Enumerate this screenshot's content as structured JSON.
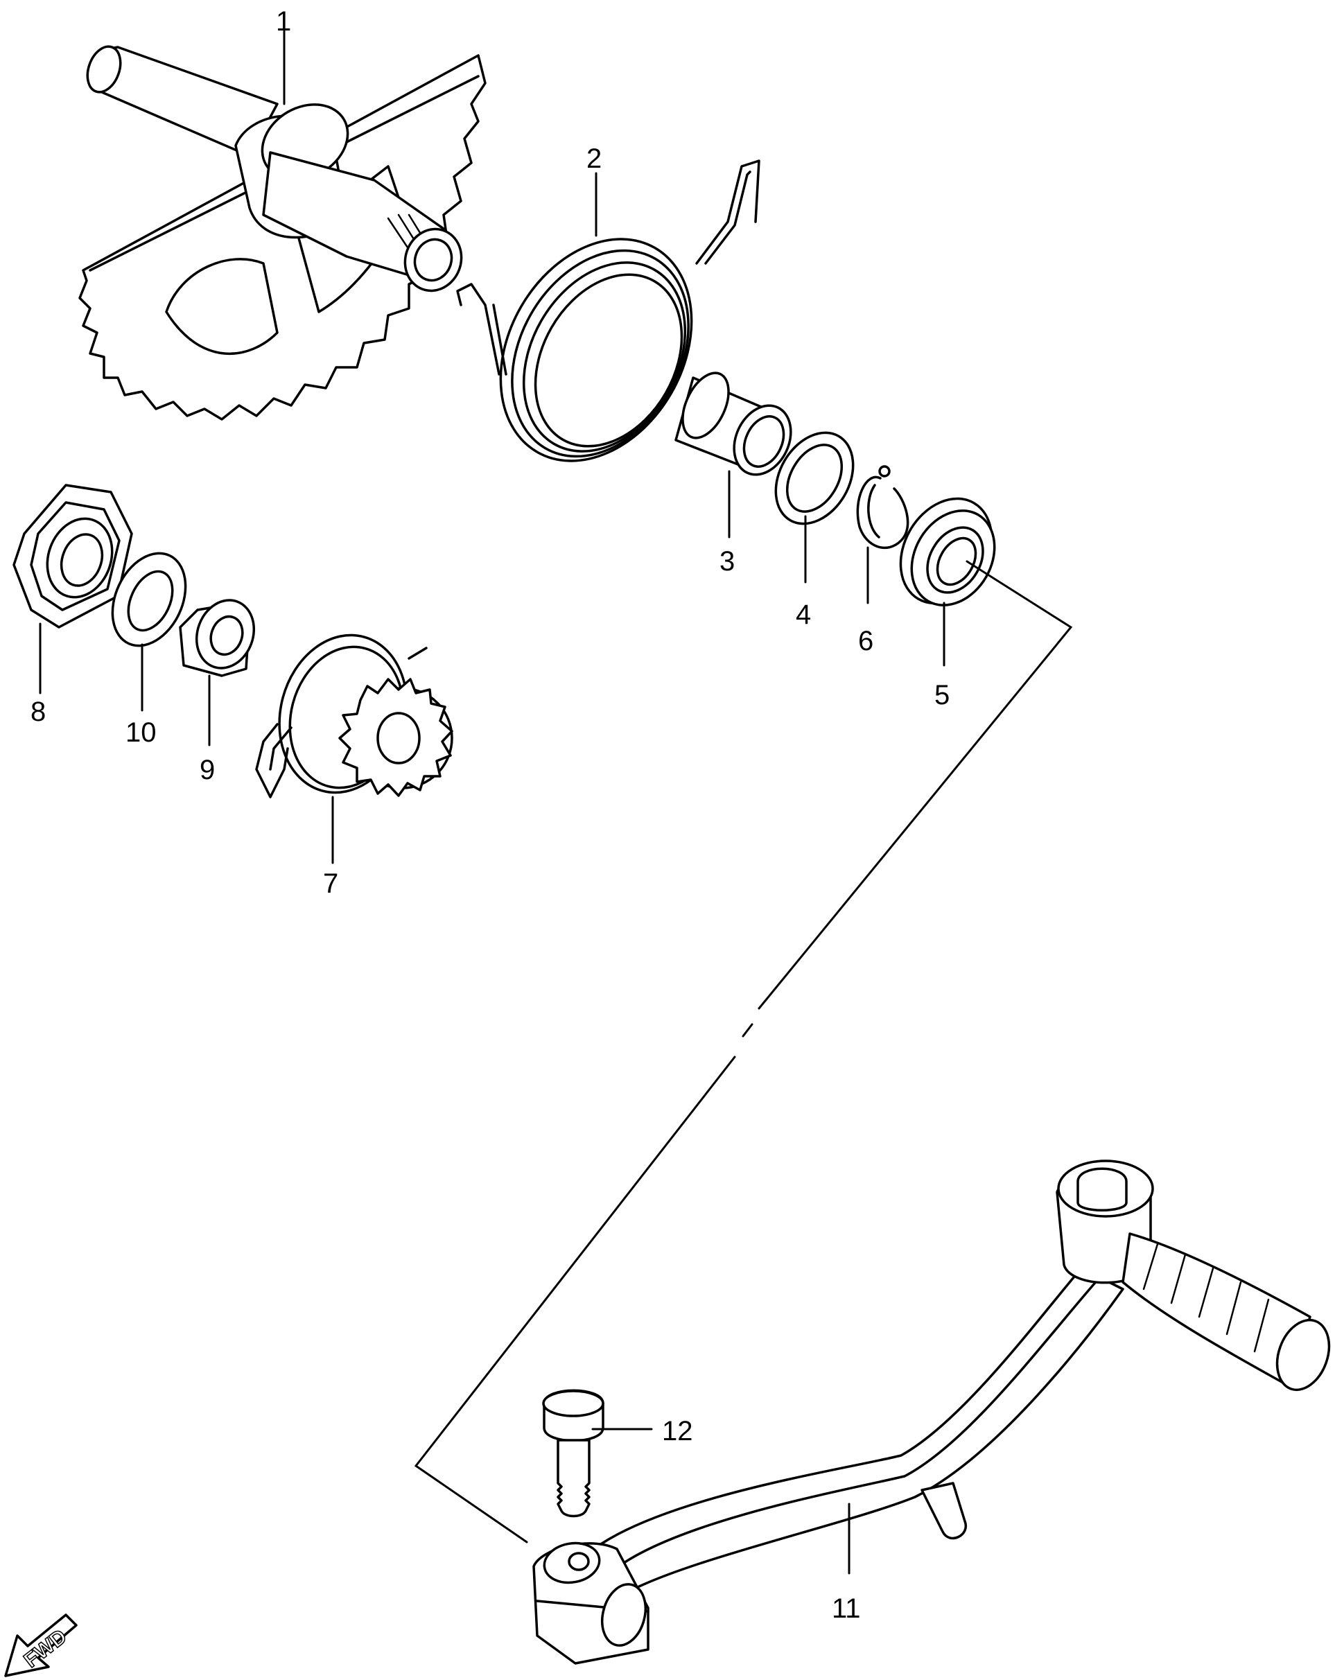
{
  "diagram": {
    "background": "#ffffff",
    "line_color": "#000000",
    "fwd_arrow": {
      "label": "FWD",
      "icon": "fwd-arrow-icon"
    },
    "parts": [
      {
        "id": "1",
        "label": "1"
      },
      {
        "id": "2",
        "label": "2"
      },
      {
        "id": "3",
        "label": "3"
      },
      {
        "id": "4",
        "label": "4"
      },
      {
        "id": "5",
        "label": "5"
      },
      {
        "id": "6",
        "label": "6"
      },
      {
        "id": "7",
        "label": "7"
      },
      {
        "id": "8",
        "label": "8"
      },
      {
        "id": "9",
        "label": "9"
      },
      {
        "id": "10",
        "label": "10"
      },
      {
        "id": "11",
        "label": "11"
      },
      {
        "id": "12",
        "label": "12"
      }
    ]
  }
}
